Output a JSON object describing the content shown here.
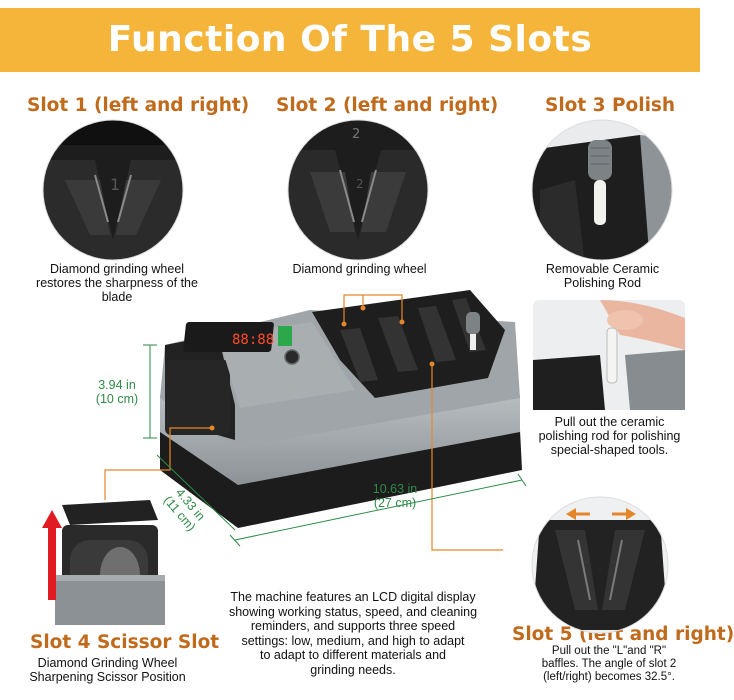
{
  "banner": {
    "title": "Function Of The 5 Slots",
    "color": "#f4b53a"
  },
  "accent_color": "#c06a1c",
  "dimension_color": "#2e8a45",
  "slots": [
    {
      "title": "Slot 1 (left and right)",
      "caption": [
        "Diamond grinding wheel",
        "restores the sharpness of the",
        "blade"
      ],
      "wheel_number": "1"
    },
    {
      "title": "Slot 2 (left and right)",
      "caption": [
        "Diamond grinding wheel"
      ],
      "wheel_number": "2"
    },
    {
      "title": "Slot 3 Polish",
      "caption": [
        "Removable Ceramic",
        "Polishing Rod"
      ]
    },
    {
      "title": "Slot 4 Scissor Slot",
      "caption": [
        "Diamond Grinding Wheel",
        "Sharpening Scissor Position"
      ]
    },
    {
      "title": "Slot 5 (left and right)",
      "caption": [
        "Pull out the \"L\"and \"R\"",
        "baffles. The angle of slot 2",
        "(left/right) becomes 32.5°."
      ]
    }
  ],
  "polish_note": [
    "Pull out the ceramic",
    "polishing rod for polishing",
    "special-shaped tools."
  ],
  "dimensions": {
    "height": [
      "3.94 in",
      "(10 cm)"
    ],
    "depth": [
      "4.33 in",
      "(11 cm)"
    ],
    "length": [
      "10.63 in",
      "(27 cm)"
    ]
  },
  "description": [
    "The machine features an LCD digital display",
    "showing working status, speed, and cleaning",
    "reminders, and supports three speed",
    "settings: low, medium, and high to adapt",
    "to adapt to different materials and",
    "grinding needs."
  ]
}
